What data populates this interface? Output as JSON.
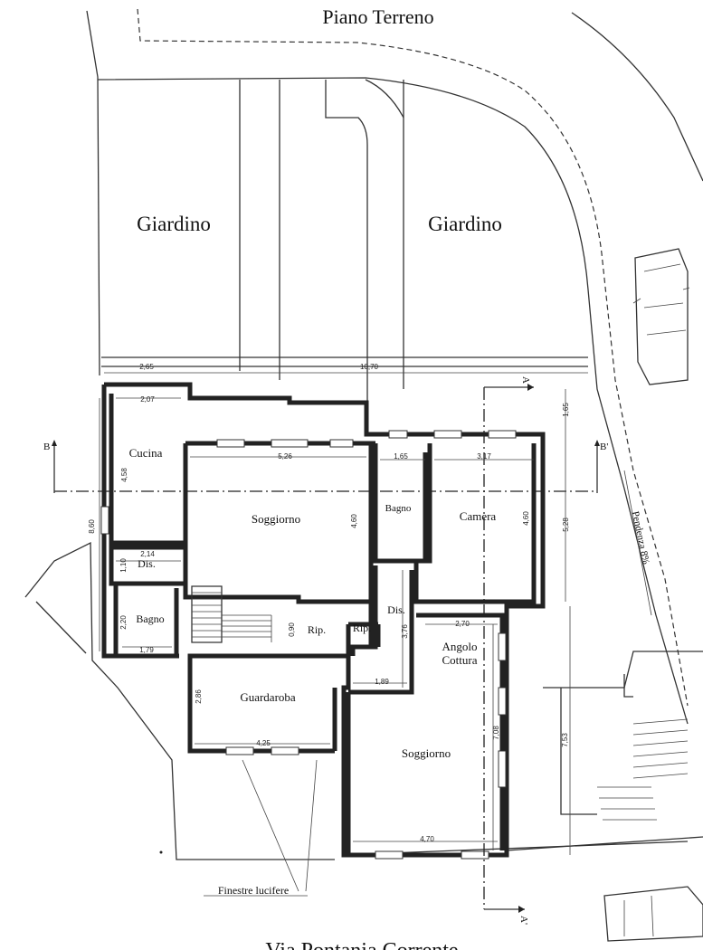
{
  "title": "Piano Terreno",
  "garden_left": "Giardino",
  "garden_right": "Giardino",
  "rooms": {
    "cucina": "Cucina",
    "dis_top": "Dis.",
    "bagno": "Bagno",
    "soggiorno_top": "Soggiorno",
    "bagno_small": "Bagno",
    "camera": "Camera",
    "rip1": "Rip.",
    "rip2": "Rip.",
    "dis_mid": "Dis.",
    "angolo_1": "Angolo",
    "angolo_2": "Cottura",
    "guardaroba": "Guardaroba",
    "soggiorno_bottom": "Soggiorno"
  },
  "dimensions": {
    "d_265": "2,65",
    "d_1070": "10,70",
    "d_207": "2,07",
    "d_458": "4,58",
    "d_860": "8,60",
    "d_214": "2,14",
    "d_110": "1,10",
    "d_220": "2,20",
    "d_179": "1,79",
    "d_526": "5,26",
    "d_460a": "4,60",
    "d_165a": "1,65",
    "d_317": "3,17",
    "d_460b": "4,60",
    "d_528": "5,28",
    "d_165b": "1,65",
    "d_090": "0,90",
    "d_376": "3,76",
    "d_270": "2,70",
    "d_189": "1,89",
    "d_708": "7,08",
    "d_286": "2,86",
    "d_425": "4,25",
    "d_470": "4,70",
    "d_753": "7,53"
  },
  "section_marks": {
    "a_top": "A",
    "a_bottom": "A'",
    "b_left": "B",
    "b_right": "B'"
  },
  "slope_label": "Pendenza 8%",
  "windows_note": "Finestre lucifere",
  "street_label": "Via Pontania Corrente"
}
